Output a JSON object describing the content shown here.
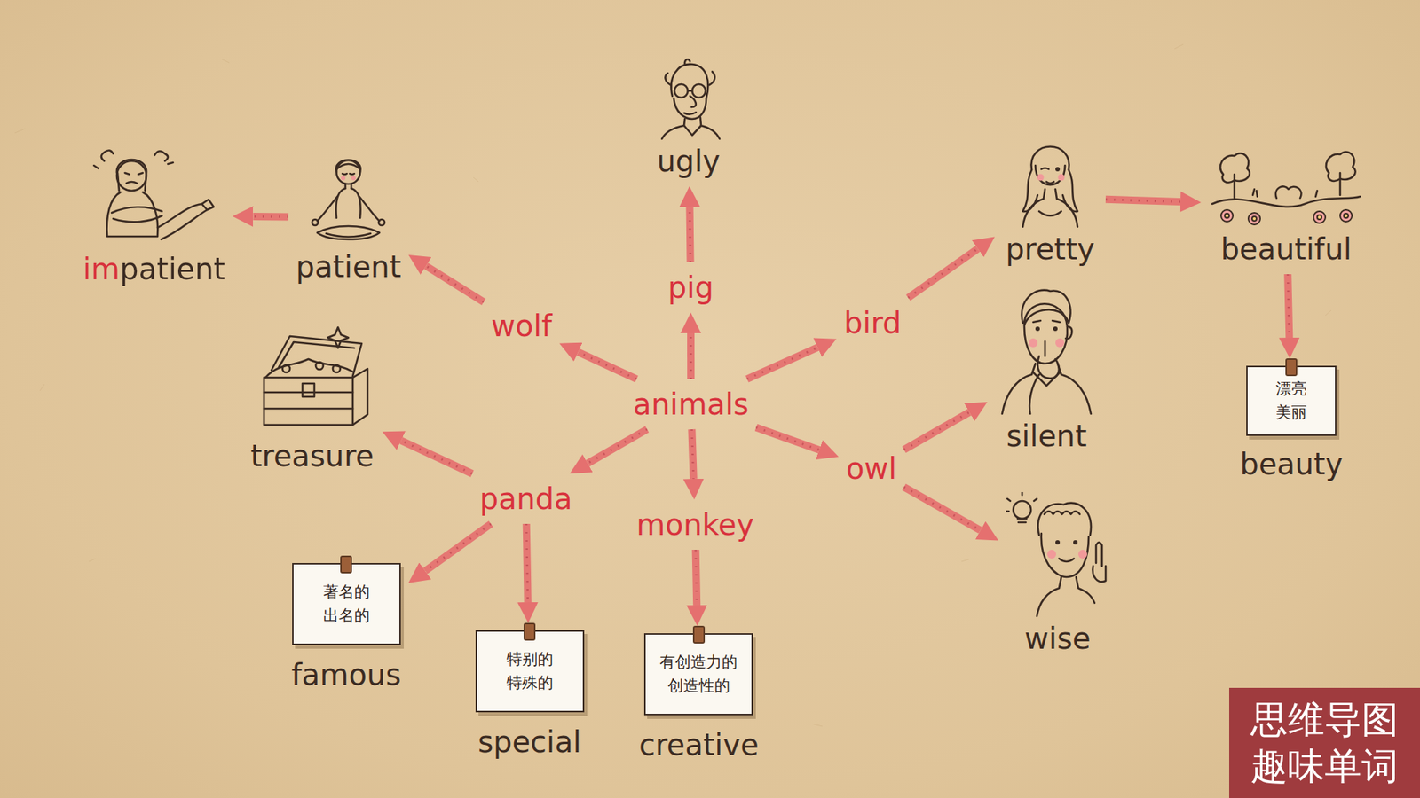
{
  "diagram": {
    "nodes": [
      {
        "text": [
          "ugly"
        ]
      },
      {
        "text": [
          "impatient"
        ]
      },
      {
        "text": [
          "patient"
        ]
      },
      {
        "text": [
          "pretty"
        ]
      },
      {
        "text": [
          "beautiful"
        ]
      },
      {
        "text": [
          "pig"
        ]
      },
      {
        "text": [
          "wolf"
        ]
      },
      {
        "text": [
          "bird"
        ]
      },
      {
        "text": [
          "animals"
        ]
      },
      {
        "text": [
          "silent"
        ]
      },
      {
        "text": [
          "treasure"
        ]
      },
      {
        "text": [
          "owl"
        ]
      },
      {
        "text": [
          "漂亮 美丽",
          "beauty"
        ]
      },
      {
        "text": [
          "panda"
        ]
      },
      {
        "text": [
          "monkey"
        ]
      },
      {
        "text": [
          "wise"
        ]
      },
      {
        "text": [
          "著名的 出名的",
          "famous"
        ]
      },
      {
        "text": [
          "特别的 特殊的",
          "special"
        ]
      },
      {
        "text": [
          "有创造力的 创造性的",
          "creative"
        ]
      }
    ],
    "edges": [
      {
        "from": 8,
        "to": 5,
        "arrow": "to"
      },
      {
        "from": 8,
        "to": 6,
        "arrow": "to"
      },
      {
        "from": 8,
        "to": 7,
        "arrow": "to"
      },
      {
        "from": 8,
        "to": 11,
        "arrow": "to"
      },
      {
        "from": 8,
        "to": 14,
        "arrow": "to"
      },
      {
        "from": 8,
        "to": 13,
        "arrow": "to"
      },
      {
        "from": 5,
        "to": 0,
        "arrow": "to"
      },
      {
        "from": 6,
        "to": 2,
        "arrow": "to"
      },
      {
        "from": 2,
        "to": 1,
        "arrow": "to"
      },
      {
        "from": 7,
        "to": 3,
        "arrow": "to"
      },
      {
        "from": 3,
        "to": 4,
        "arrow": "to"
      },
      {
        "from": 4,
        "to": 12,
        "arrow": "to"
      },
      {
        "from": 11,
        "to": 9,
        "arrow": "to"
      },
      {
        "from": 11,
        "to": 15,
        "arrow": "to"
      },
      {
        "from": 13,
        "to": 10,
        "arrow": "to"
      },
      {
        "from": 13,
        "to": 16,
        "arrow": "to"
      },
      {
        "from": 13,
        "to": 17,
        "arrow": "to"
      },
      {
        "from": 14,
        "to": 18,
        "arrow": "to"
      }
    ],
    "labels": [
      "思维导图 趣味单词"
    ]
  }
}
